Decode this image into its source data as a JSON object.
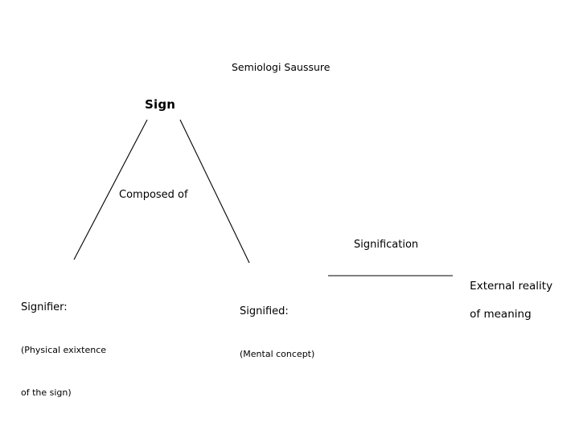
{
  "diagram": {
    "title": "Semiologi Saussure",
    "background_color": "#ffffff",
    "line_color": "#000000",
    "nodes": {
      "sign": {
        "label": "Sign"
      },
      "signifier": {
        "label": "Signifier:",
        "sub_line_1": "(Physical exixtence",
        "sub_line_2": "of the sign)"
      },
      "signified": {
        "label": "Signified:",
        "sub_line_1": "(Mental concept)"
      },
      "external_reality": {
        "line_1": "External reality",
        "line_2": "of meaning"
      }
    },
    "edges": {
      "composed_of": {
        "label": "Composed of"
      },
      "signification": {
        "label": "Signification"
      }
    }
  }
}
